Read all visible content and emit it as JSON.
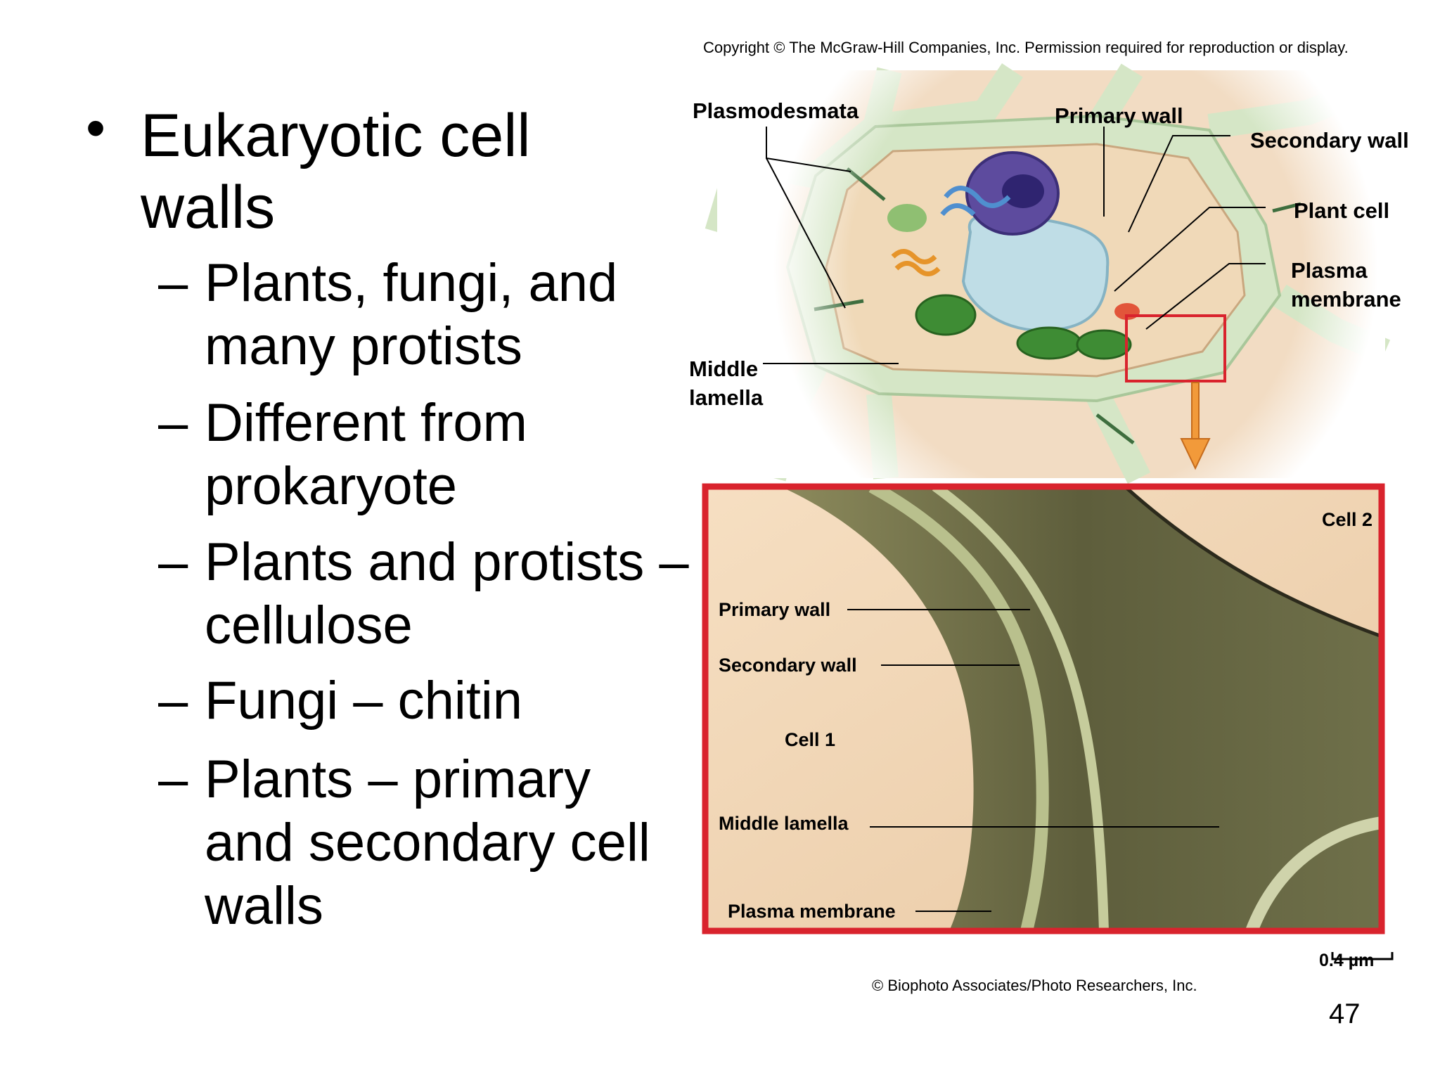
{
  "header": {
    "copyright": "Copyright © The McGraw-Hill Companies, Inc. Permission required for reproduction or display."
  },
  "slide": {
    "bullet": "Eukaryotic cell walls",
    "subpoints": [
      "Plants, fungi, and many protists",
      "Different from prokaryote",
      "Plants and protists – cellulose",
      "Fungi – chitin",
      "Plants – primary and secondary cell walls"
    ],
    "page_number": "47"
  },
  "diagram": {
    "labels": {
      "plasmodesmata": "Plasmodesmata",
      "primary_wall": "Primary wall",
      "secondary_wall": "Secondary wall",
      "plant_cell": "Plant cell",
      "plasma_membrane_1": "Plasma",
      "plasma_membrane_2": "membrane",
      "middle_lamella_1": "Middle",
      "middle_lamella_2": "lamella"
    },
    "micrograph": {
      "cell2": "Cell 2",
      "primary_wall": "Primary wall",
      "secondary_wall": "Secondary wall",
      "cell1": "Cell 1",
      "middle_lamella": "Middle lamella",
      "plasma_membrane": "Plasma membrane",
      "scale": "0.4 µm"
    },
    "credit": "© Biophoto Associates/Photo Researchers, Inc.",
    "colors": {
      "highlight_box": "#d9232d",
      "arrow": "#f29a3a",
      "wall": "#d5e6c6",
      "cell_bg": "#f3dcc0"
    }
  }
}
